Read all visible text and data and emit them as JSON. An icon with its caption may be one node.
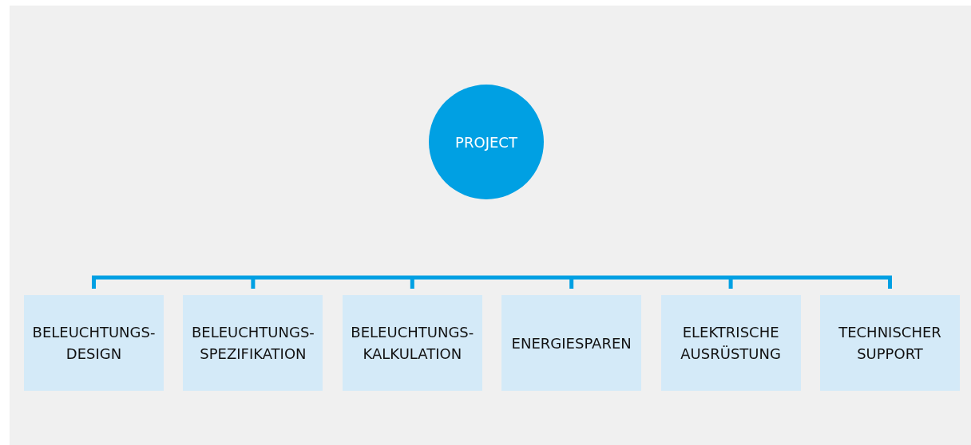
{
  "diagram": {
    "nodes": [
      {
        "text": [
          "PROJECT"
        ]
      },
      {
        "text": [
          "BELEUCHTUNGS- DESIGN"
        ]
      },
      {
        "text": [
          "BELEUCHTUNGS- SPEZIFIKATION"
        ]
      },
      {
        "text": [
          "BELEUCHTUNGS- KALKULATION"
        ]
      },
      {
        "text": [
          "ENERGIESPAREN"
        ]
      },
      {
        "text": [
          "ELEKTRISCHE AUSRÜSTUNG"
        ]
      },
      {
        "text": [
          "TECHNISCHER SUPPORT"
        ]
      }
    ]
  }
}
